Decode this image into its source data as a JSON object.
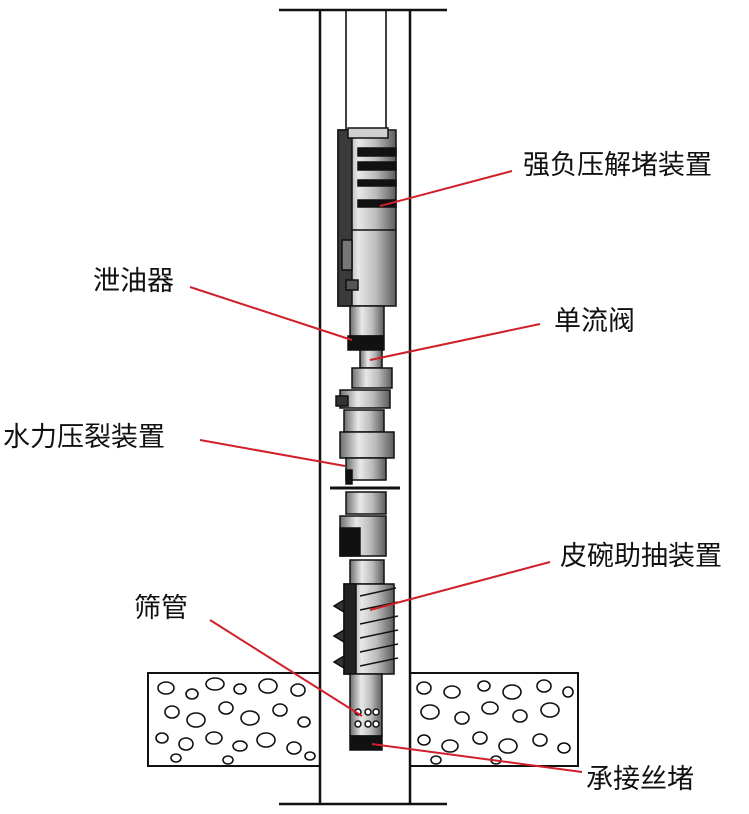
{
  "labels": {
    "strong_negative_pressure": "强负压解堵装置",
    "drain_valve": "泄油器",
    "check_valve": "单流阀",
    "hydraulic_fracturing": "水力压裂装置",
    "cup_pump_assist": "皮碗助抽装置",
    "screen_pipe": "筛管",
    "bearing_plug": "承接丝堵"
  },
  "colors": {
    "leader_line": "#d0202a",
    "outline": "#111111",
    "tool_dark": "#222222",
    "tool_mid": "#8a8a8a",
    "tool_light": "#d9d9d9"
  }
}
